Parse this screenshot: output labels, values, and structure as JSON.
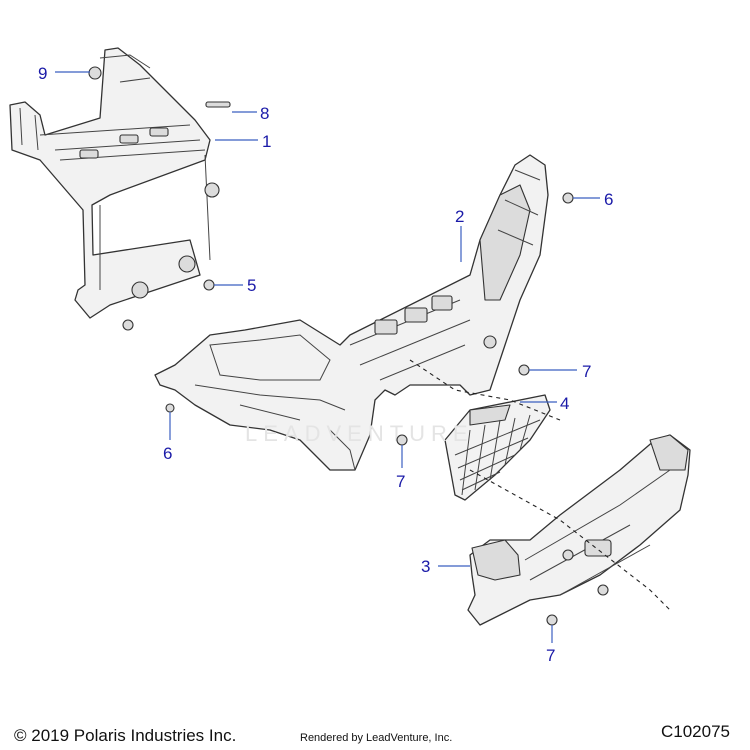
{
  "callouts": [
    {
      "id": "c9",
      "label": "9"
    },
    {
      "id": "c8",
      "label": "8"
    },
    {
      "id": "c1",
      "label": "1"
    },
    {
      "id": "c5",
      "label": "5"
    },
    {
      "id": "c2",
      "label": "2"
    },
    {
      "id": "c6a",
      "label": "6"
    },
    {
      "id": "c6b",
      "label": "6"
    },
    {
      "id": "c7a",
      "label": "7"
    },
    {
      "id": "c7b",
      "label": "7"
    },
    {
      "id": "c4",
      "label": "4"
    },
    {
      "id": "c3",
      "label": "3"
    },
    {
      "id": "c7c",
      "label": "7"
    }
  ],
  "watermark": "LEADVENTURE",
  "footer": {
    "copyright": "© 2019 Polaris Industries Inc.",
    "rendered_by": "Rendered by LeadVenture, Inc.",
    "figure_id": "C102075"
  },
  "colors": {
    "callout_text": "#1a1aa8",
    "leader_line": "#3b5fc0",
    "outline": "#333333"
  }
}
